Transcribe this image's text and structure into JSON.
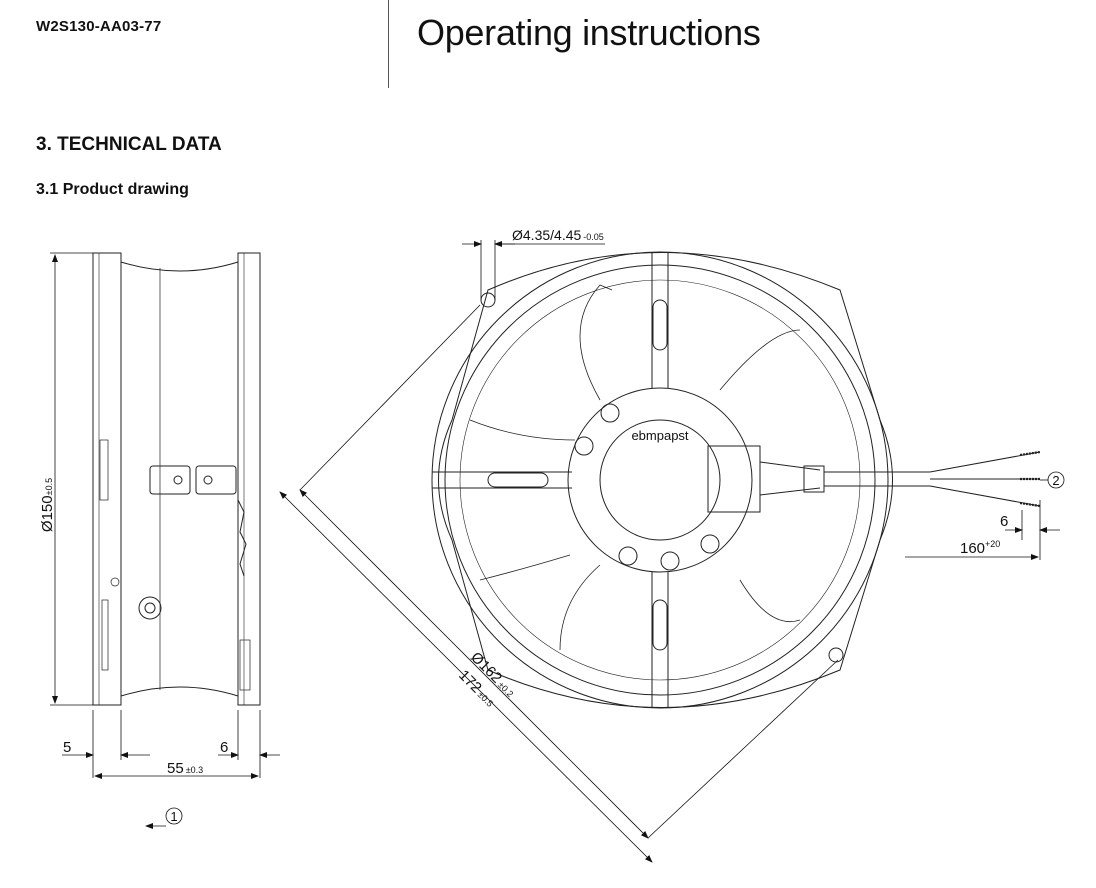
{
  "header": {
    "model_number": "W2S130-AA03-77",
    "title": "Operating instructions"
  },
  "section": {
    "heading": "3. TECHNICAL DATA",
    "subheading": "3.1 Product drawing"
  },
  "drawing": {
    "side_view": {
      "diameter_main": "Ø150",
      "diameter_tol": "±0.5",
      "dim_left_flange": "5",
      "dim_right_flange": "6",
      "depth_main": "55",
      "depth_tol": "±0.3",
      "callout_1": "1"
    },
    "front_view": {
      "hole_main": "Ø4.35/4.45",
      "hole_tol": "-0.05",
      "brand": "ebmpapst",
      "diag_inner_main": "Ø162",
      "diag_inner_tol": "±0.2",
      "diag_outer_main": "172",
      "diag_outer_tol": "±0.5",
      "callout_2": "2",
      "lead_strip": "6",
      "lead_main": "160",
      "lead_tol": "+20"
    }
  }
}
